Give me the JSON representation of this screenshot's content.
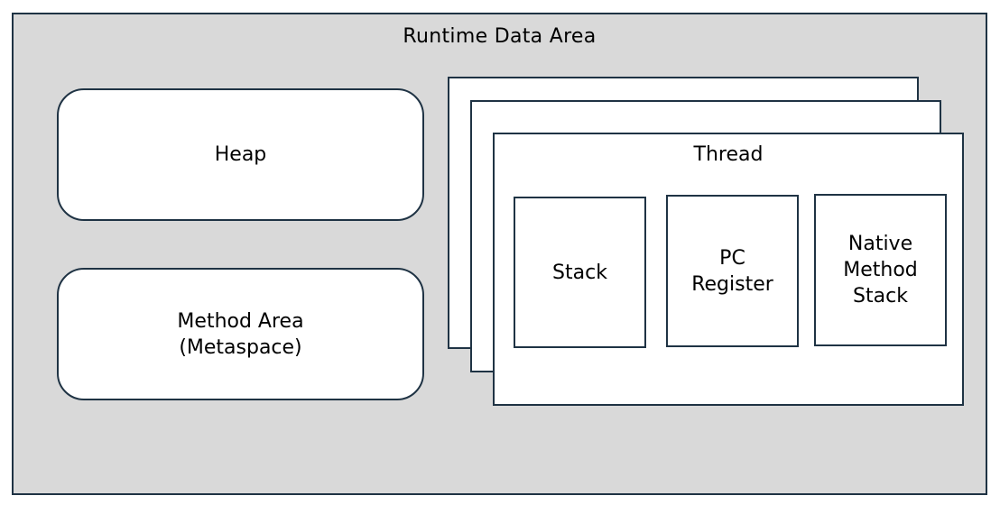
{
  "runtime_data_area": {
    "title": "Runtime Data Area"
  },
  "heap": {
    "label": "Heap"
  },
  "method_area": {
    "label": "Method Area\n(Metaspace)"
  },
  "thread": {
    "title": "Thread",
    "components": {
      "stack": "Stack",
      "pc_register": "PC\nRegister",
      "native_method_stack": "Native\nMethod\nStack"
    }
  }
}
